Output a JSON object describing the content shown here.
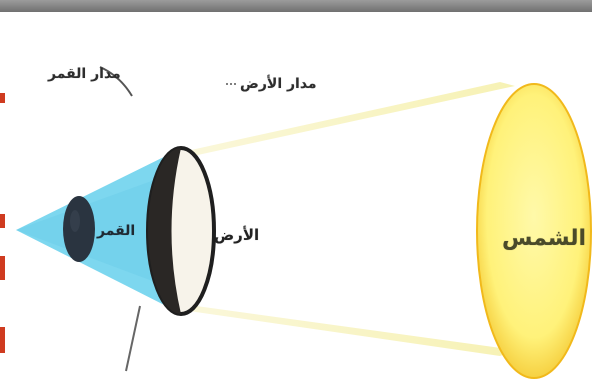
{
  "labels": {
    "sun": "الشمس",
    "earth": "الأرض",
    "moon": "القمر",
    "earth_orbit": "مدار الأرض",
    "moon_orbit": "مدار القمر"
  },
  "colors": {
    "sun_fill": "#fff27a",
    "sun_stroke": "#f1b91b",
    "earth_day": "#f7f3ea",
    "earth_night": "#2a2725",
    "moon": "#2a3440",
    "shadow": "#7dd7ef",
    "rays": "#f4f0bc",
    "frame": "#7c7c7c",
    "edge_mark": "#cf3b20"
  }
}
